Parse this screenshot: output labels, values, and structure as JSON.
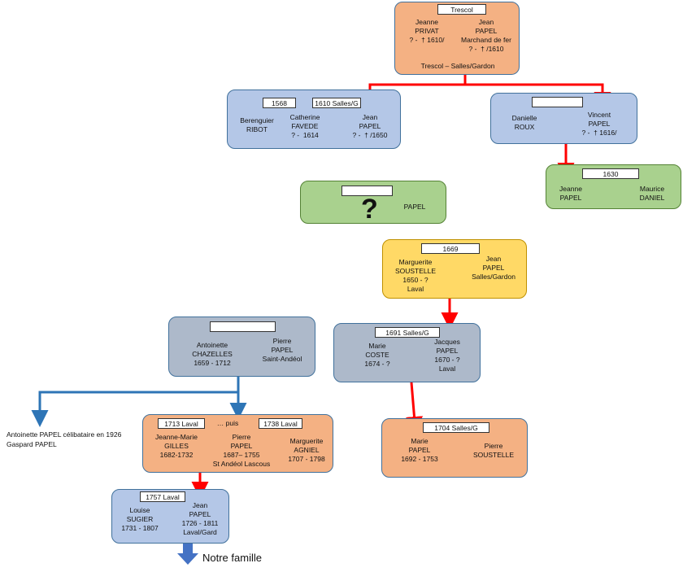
{
  "trescol": {
    "tag": "Trescol",
    "left": "Jeanne\nPRIVAT\n? -  † 1610/",
    "right": "Jean\nPAPEL\nMarchand de fer\n? -  † /1610",
    "bottom": "Trescol – Salles/Gardon"
  },
  "jean1610": {
    "tag_a": "1568",
    "tag_b": "1610 Salles/G",
    "p1": "Berenguier\nRIBOT",
    "p2": "Catherine\nFAVEDE\n? -  1614",
    "p3": "Jean\nPAPEL\n? -  † /1650"
  },
  "vincent": {
    "tag": "",
    "left": "Danielle\nROUX",
    "right": "Vincent\nPAPEL\n? -  † 1616/"
  },
  "jeanne1630": {
    "tag": "1630",
    "left": "Jeanne\nPAPEL",
    "right": "Maurice\nDANIEL"
  },
  "unknown": {
    "tag": "",
    "symbol": "?",
    "name": "PAPEL"
  },
  "jean1669": {
    "tag": "1669",
    "left": "Marguerite\nSOUSTELLE\n1650 - ?\nLaval",
    "right": "Jean\nPAPEL\nSalles/Gardon"
  },
  "pierre_stand": {
    "tag": "",
    "left": "Antoinette\nCHAZELLES\n1659 - 1712",
    "right": "Pierre\nPAPEL\nSaint-Andéol"
  },
  "jacques": {
    "tag": "1691 Salles/G",
    "left": "Marie\nCOSTE\n1674 - ?",
    "right": "Jacques\nPAPEL\n1670 - ?\nLaval"
  },
  "pierre1687": {
    "tag_a": "1713  Laval",
    "puis": "… puis",
    "tag_b": "1738 Laval",
    "p1": "Jeanne-Marie\nGILLES\n1682-1732",
    "p2": "Pierre\nPAPEL\n1687– 1755\nSt Andéol Lascous",
    "p3": "Marguerite\nAGNIEL\n1707 - 1798"
  },
  "marie1704": {
    "tag": "1704  Salles/G",
    "left": "Marie\nPAPEL\n1692 - 1753",
    "right": "Pierre\nSOUSTELLE"
  },
  "jean1757": {
    "tag": "1757 Laval",
    "left": "Louise\nSUGIER\n1731 - 1807",
    "right": "Jean\nPAPEL\n1726 - 1811\nLaval/Gard"
  },
  "siblings_note": "Antoinette PAPEL célibataire en 1926\nGaspard PAPEL",
  "footer_label": "Notre famille",
  "colors": {
    "red_link": "#ff0000",
    "blue_link": "#2e75b6",
    "arrow_fill": "#4472c4"
  }
}
